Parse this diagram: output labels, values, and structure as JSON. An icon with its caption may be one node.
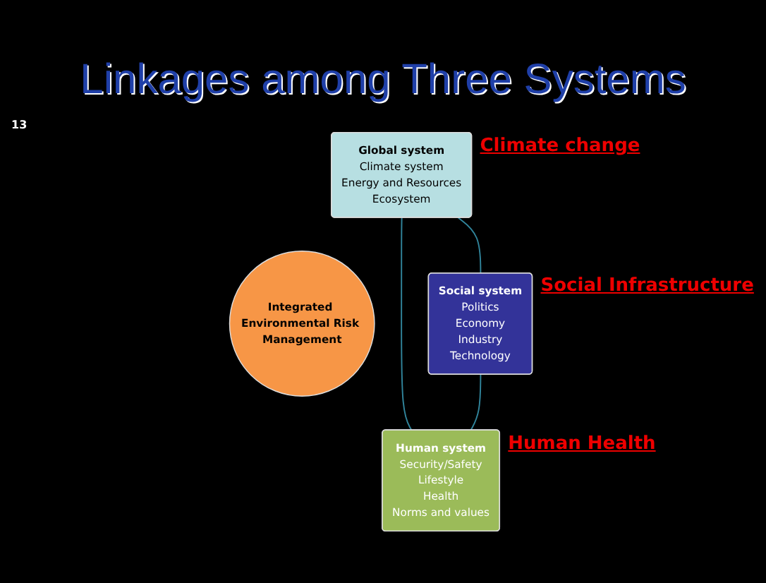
{
  "diagram": {
    "title": "Linkages among Three Systems",
    "nodes": [
      {
        "text": [
          "Global system",
          "Climate system",
          "Energy and Resources",
          "Ecosystem"
        ],
        "beside": [
          "Climate change"
        ]
      },
      {
        "text": [
          "Integrated Environmental Risk Management"
        ]
      },
      {
        "text": [
          "Social system",
          "Politics",
          "Economy",
          "Industry",
          "Technology"
        ],
        "beside": [
          "Social Infrastructure"
        ]
      },
      {
        "text": [
          "Human system",
          "Security/Safety",
          "Lifestyle",
          "Health",
          "Norms and values"
        ],
        "beside": [
          "Human Health"
        ]
      }
    ],
    "edges": [
      {
        "from": 0,
        "to": 2,
        "arrow": "none"
      },
      {
        "from": 0,
        "to": 3,
        "arrow": "none"
      },
      {
        "from": 2,
        "to": 3,
        "arrow": "none"
      }
    ],
    "labels": [
      "13"
    ]
  }
}
